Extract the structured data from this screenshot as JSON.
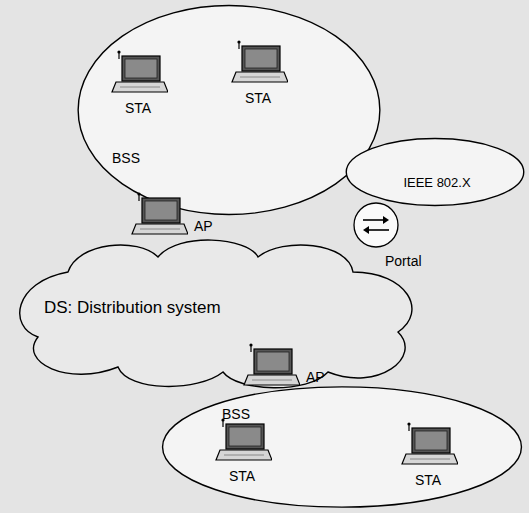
{
  "diagram": {
    "nodes": [
      {
        "text": [
          "BSS"
        ]
      },
      {
        "text": [
          "STA"
        ],
        "in": 0
      },
      {
        "text": [
          "STA"
        ],
        "in": 0
      },
      {
        "text": [
          "AP"
        ]
      },
      {
        "text": [
          "IEEE 802.X"
        ]
      },
      {
        "text": [
          "Portal"
        ]
      },
      {
        "text": [
          "DS: Distribution system"
        ]
      },
      {
        "text": [
          "AP"
        ]
      },
      {
        "text": [
          "BSS"
        ]
      },
      {
        "text": [
          "STA"
        ],
        "in": 8
      },
      {
        "text": [
          "STA"
        ],
        "in": 8
      }
    ]
  }
}
